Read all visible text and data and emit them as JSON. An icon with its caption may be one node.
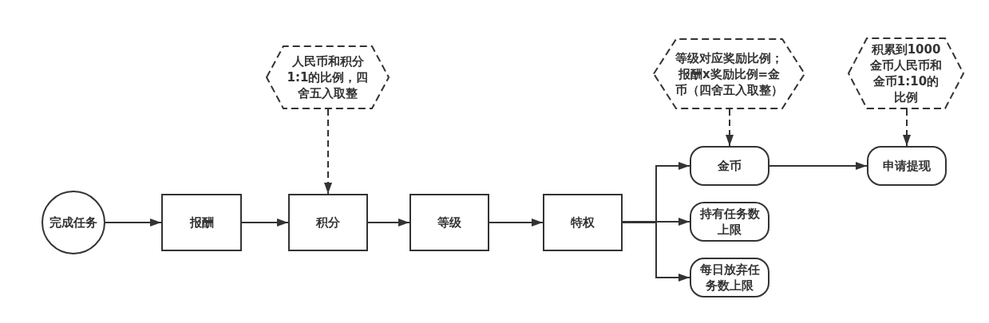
{
  "diagram": {
    "nodes": [
      {
        "text": [
          "完成任务"
        ]
      },
      {
        "text": [
          "报酬"
        ]
      },
      {
        "text": [
          "积分"
        ]
      },
      {
        "text": [
          "等级"
        ]
      },
      {
        "text": [
          "特权"
        ]
      },
      {
        "text": [
          "金币"
        ]
      },
      {
        "text": [
          "持有任务数上限"
        ]
      },
      {
        "text": [
          "每日放弃任务数上限"
        ]
      },
      {
        "text": [
          "申请提现"
        ]
      },
      {
        "text": [
          "人民币和积分1:1的比例，四舍五入取整"
        ]
      },
      {
        "text": [
          "等级对应奖励比例；报酬x奖励比例=金币（四舍五入取整）"
        ]
      },
      {
        "text": [
          "积累到1000金币人民币和金币1:10的比例"
        ]
      }
    ],
    "edges": [
      {
        "from": 0,
        "to": 1,
        "arrow": "to"
      },
      {
        "from": 1,
        "to": 2,
        "arrow": "to"
      },
      {
        "from": 2,
        "to": 3,
        "arrow": "to"
      },
      {
        "from": 3,
        "to": 4,
        "arrow": "to"
      },
      {
        "from": 4,
        "to": 5,
        "arrow": "to"
      },
      {
        "from": 4,
        "to": 6,
        "arrow": "to"
      },
      {
        "from": 4,
        "to": 7,
        "arrow": "to"
      },
      {
        "from": 5,
        "to": 8,
        "arrow": "to"
      },
      {
        "from": 9,
        "to": 2,
        "arrow": "to",
        "style": "dashed"
      },
      {
        "from": 10,
        "to": 5,
        "arrow": "to",
        "style": "dashed"
      },
      {
        "from": 11,
        "to": 8,
        "arrow": "to",
        "style": "dashed"
      }
    ]
  }
}
